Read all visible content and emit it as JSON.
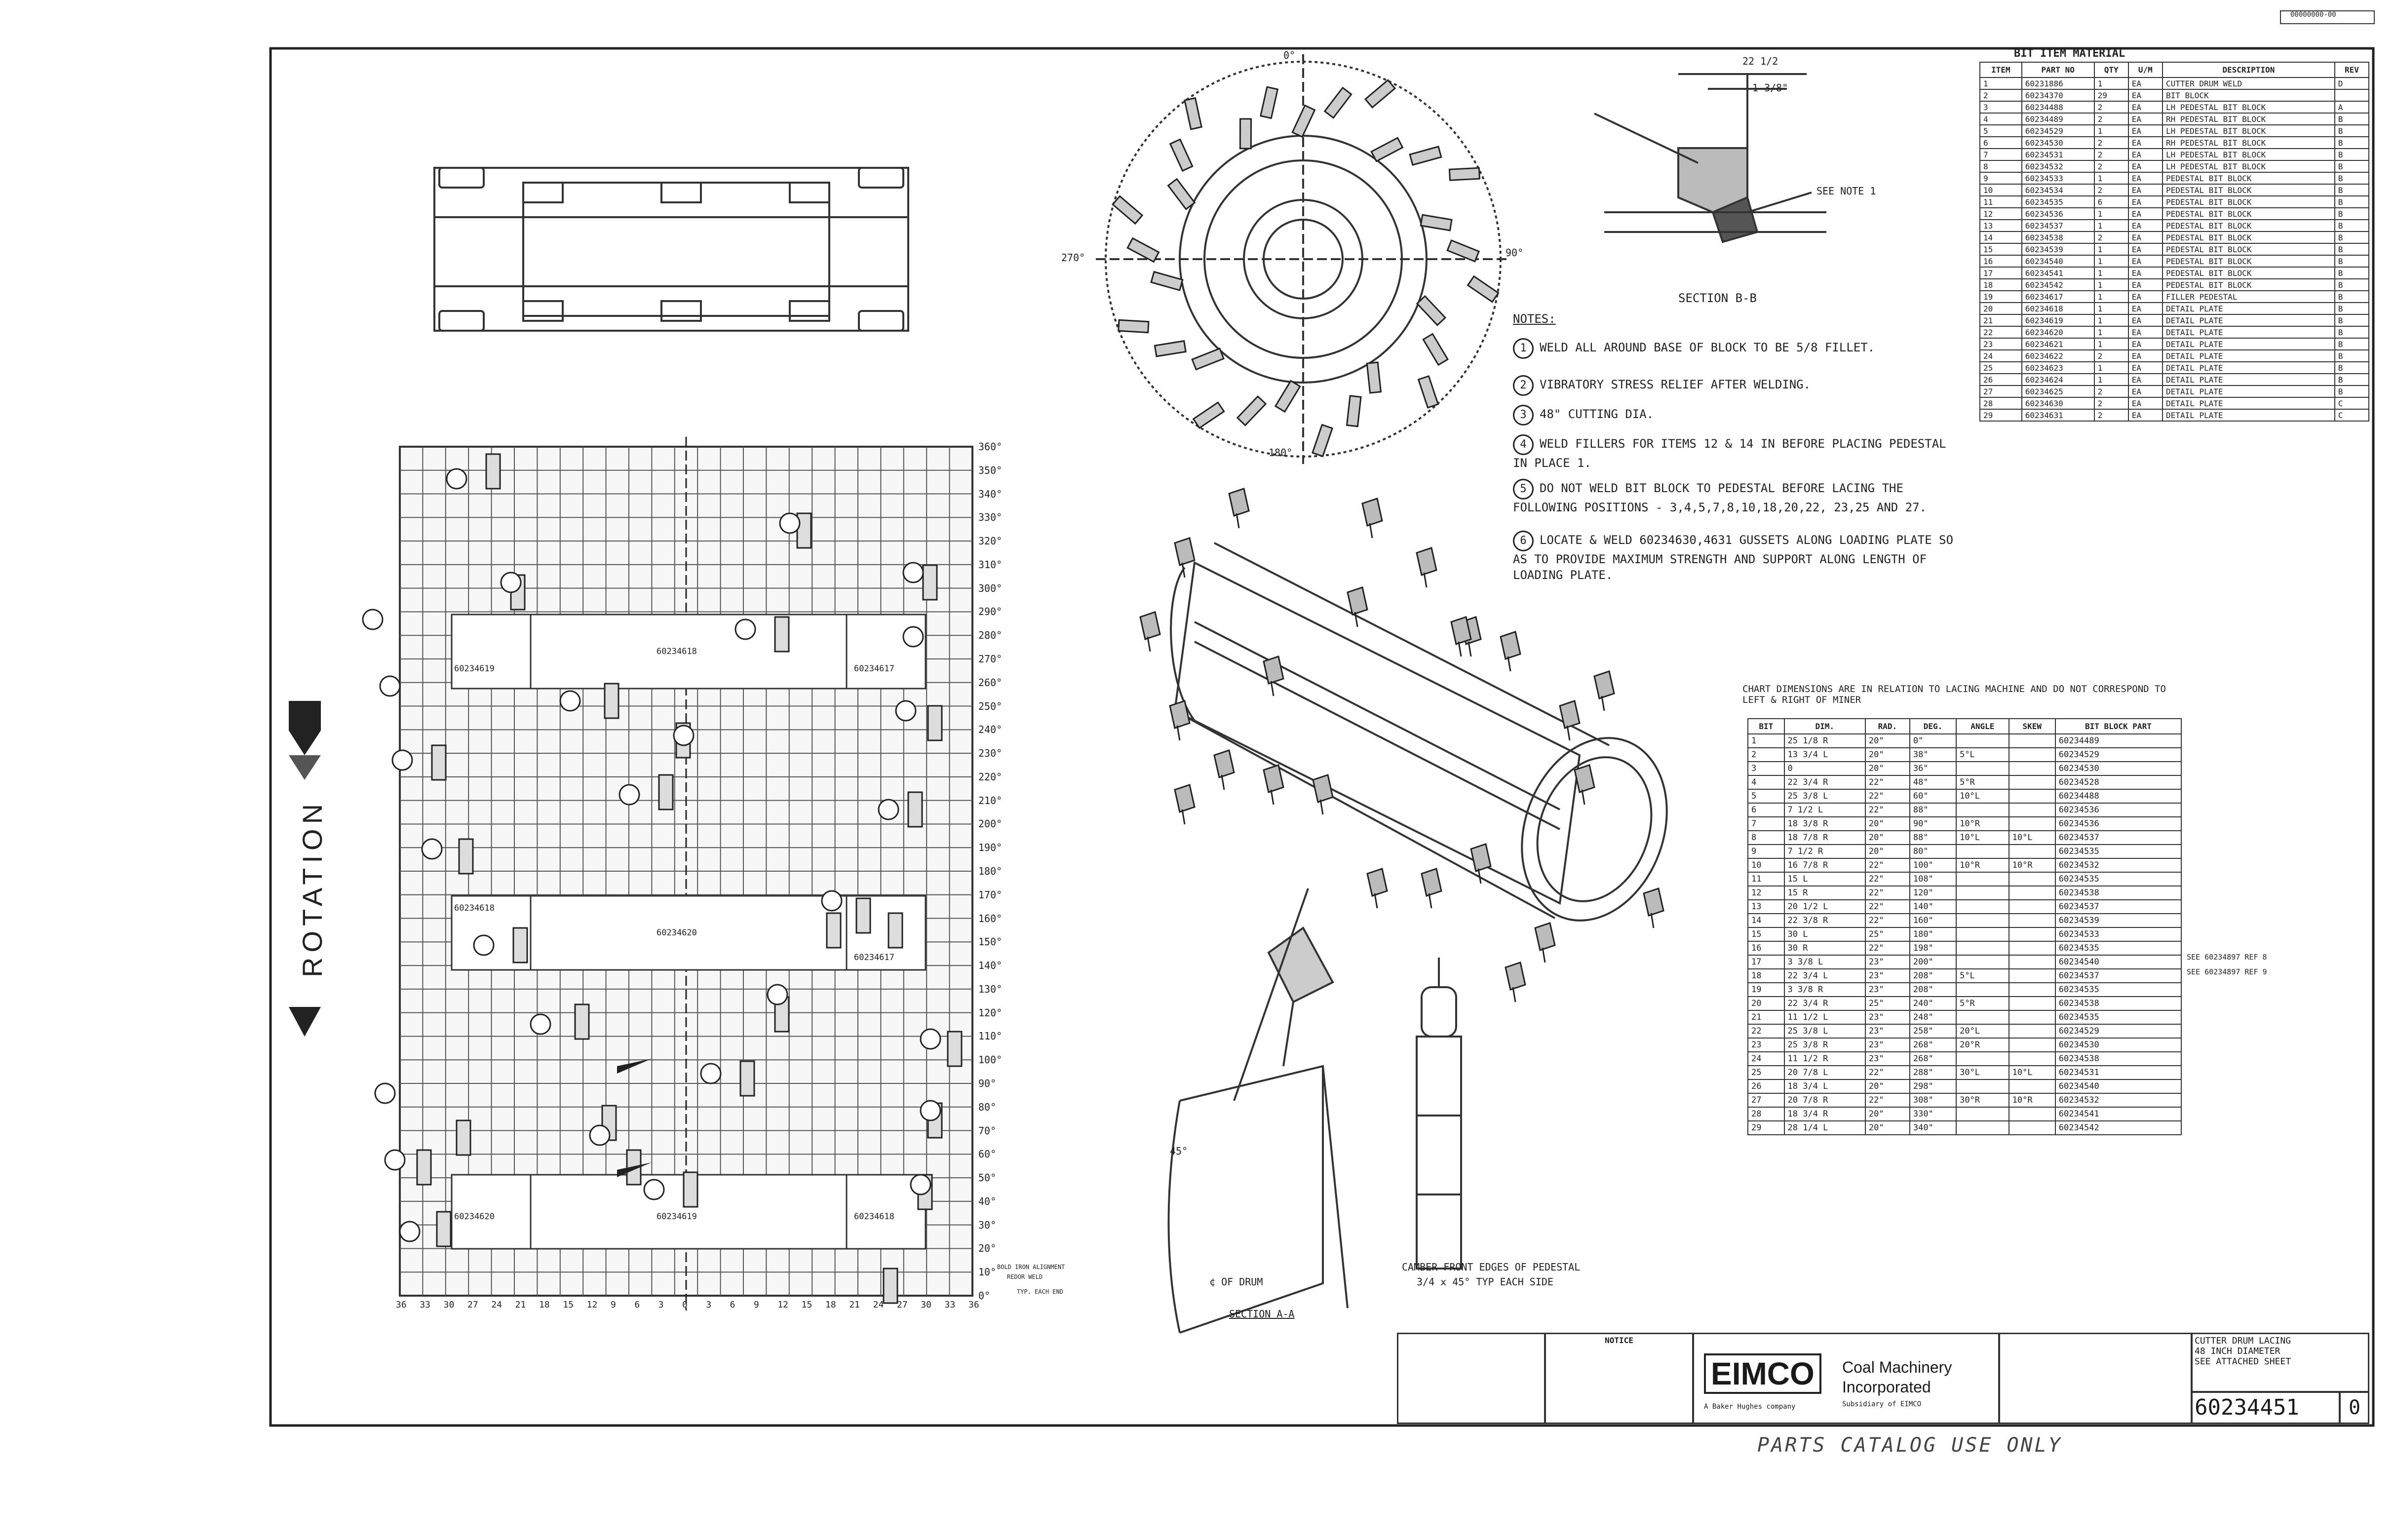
{
  "header_id": "00000000-00",
  "parts_list": {
    "title": "BIT ITEM MATERIAL",
    "columns": [
      "ITEM",
      "PART NO",
      "QTY",
      "U/M",
      "DESCRIPTION",
      "REV"
    ],
    "rows": [
      [
        "1",
        "60231886",
        "1",
        "EA",
        "CUTTER DRUM WELD",
        "D"
      ],
      [
        "2",
        "60234370",
        "29",
        "EA",
        "BIT BLOCK",
        ""
      ],
      [
        "3",
        "60234488",
        "2",
        "EA",
        "LH PEDESTAL BIT BLOCK",
        "A"
      ],
      [
        "4",
        "60234489",
        "2",
        "EA",
        "RH PEDESTAL BIT BLOCK",
        "B"
      ],
      [
        "5",
        "60234529",
        "1",
        "EA",
        "LH PEDESTAL BIT BLOCK",
        "B"
      ],
      [
        "6",
        "60234530",
        "2",
        "EA",
        "RH PEDESTAL BIT BLOCK",
        "B"
      ],
      [
        "7",
        "60234531",
        "2",
        "EA",
        "LH PEDESTAL BIT BLOCK",
        "B"
      ],
      [
        "8",
        "60234532",
        "2",
        "EA",
        "LH PEDESTAL BIT BLOCK",
        "B"
      ],
      [
        "9",
        "60234533",
        "1",
        "EA",
        "PEDESTAL BIT BLOCK",
        "B"
      ],
      [
        "10",
        "60234534",
        "2",
        "EA",
        "PEDESTAL BIT BLOCK",
        "B"
      ],
      [
        "11",
        "60234535",
        "6",
        "EA",
        "PEDESTAL BIT BLOCK",
        "B"
      ],
      [
        "12",
        "60234536",
        "1",
        "EA",
        "PEDESTAL BIT BLOCK",
        "B"
      ],
      [
        "13",
        "60234537",
        "1",
        "EA",
        "PEDESTAL BIT BLOCK",
        "B"
      ],
      [
        "14",
        "60234538",
        "2",
        "EA",
        "PEDESTAL BIT BLOCK",
        "B"
      ],
      [
        "15",
        "60234539",
        "1",
        "EA",
        "PEDESTAL BIT BLOCK",
        "B"
      ],
      [
        "16",
        "60234540",
        "1",
        "EA",
        "PEDESTAL BIT BLOCK",
        "B"
      ],
      [
        "17",
        "60234541",
        "1",
        "EA",
        "PEDESTAL BIT BLOCK",
        "B"
      ],
      [
        "18",
        "60234542",
        "1",
        "EA",
        "PEDESTAL BIT BLOCK",
        "B"
      ],
      [
        "19",
        "60234617",
        "1",
        "EA",
        "FILLER PEDESTAL",
        "B"
      ],
      [
        "20",
        "60234618",
        "1",
        "EA",
        "DETAIL PLATE",
        "B"
      ],
      [
        "21",
        "60234619",
        "1",
        "EA",
        "DETAIL PLATE",
        "B"
      ],
      [
        "22",
        "60234620",
        "1",
        "EA",
        "DETAIL PLATE",
        "B"
      ],
      [
        "23",
        "60234621",
        "1",
        "EA",
        "DETAIL PLATE",
        "B"
      ],
      [
        "24",
        "60234622",
        "2",
        "EA",
        "DETAIL PLATE",
        "B"
      ],
      [
        "25",
        "60234623",
        "1",
        "EA",
        "DETAIL PLATE",
        "B"
      ],
      [
        "26",
        "60234624",
        "1",
        "EA",
        "DETAIL PLATE",
        "B"
      ],
      [
        "27",
        "60234625",
        "2",
        "EA",
        "DETAIL PLATE",
        "B"
      ],
      [
        "28",
        "60234630",
        "2",
        "EA",
        "DETAIL PLATE",
        "C"
      ],
      [
        "29",
        "60234631",
        "2",
        "EA",
        "DETAIL PLATE",
        "C"
      ]
    ]
  },
  "section_bb": {
    "title": "SECTION B-B",
    "dims": [
      "22 1/2",
      "1 3/8\""
    ],
    "callouts": [
      "SEE NOTE 1"
    ]
  },
  "notes": {
    "heading": "NOTES:",
    "items": [
      "WELD ALL AROUND BASE OF BLOCK TO BE 5/8 FILLET.",
      "VIBRATORY STRESS RELIEF AFTER WELDING.",
      "48\" CUTTING DIA.",
      "WELD FILLERS FOR ITEMS 12 & 14 IN BEFORE PLACING PEDESTAL IN PLACE 1.",
      "DO NOT WELD BIT BLOCK TO PEDESTAL BEFORE LACING THE FOLLOWING POSITIONS - 3,4,5,7,8,10,18,20,22, 23,25 AND 27.",
      "LOCATE & WELD 60234630,4631 GUSSETS ALONG LOADING PLATE SO AS TO PROVIDE MAXIMUM STRENGTH AND SUPPORT ALONG LENGTH OF LOADING PLATE."
    ]
  },
  "lacing_chart": {
    "heading": "CHART DIMENSIONS ARE IN RELATION TO LACING MACHINE AND DO NOT CORRESPOND TO LEFT & RIGHT OF MINER",
    "columns": [
      "BIT",
      "DIM.",
      "RAD.",
      "DEG.",
      "ANGLE",
      "SKEW",
      "BIT BLOCK PART"
    ],
    "rows": [
      [
        "1",
        "25 1/8 R",
        "20\"",
        "0\"",
        "",
        "",
        "60234489"
      ],
      [
        "2",
        "13 3/4 L",
        "20\"",
        "38\"",
        "5°L",
        "",
        "60234529"
      ],
      [
        "3",
        "0",
        "20\"",
        "36\"",
        "",
        "",
        "60234530"
      ],
      [
        "4",
        "22 3/4 R",
        "22\"",
        "48\"",
        "5°R",
        "",
        "60234528"
      ],
      [
        "5",
        "25 3/8 L",
        "22\"",
        "60\"",
        "10°L",
        "",
        "60234488"
      ],
      [
        "6",
        "7 1/2 L",
        "22\"",
        "88\"",
        "",
        "",
        "60234536"
      ],
      [
        "7",
        "18 3/8 R",
        "20\"",
        "90\"",
        "10°R",
        "",
        "60234536"
      ],
      [
        "8",
        "18 7/8 R",
        "20\"",
        "88\"",
        "10°L",
        "10°L",
        "60234537"
      ],
      [
        "9",
        "7 1/2 R",
        "20\"",
        "80\"",
        "",
        "",
        "60234535"
      ],
      [
        "10",
        "16 7/8 R",
        "22\"",
        "100\"",
        "10°R",
        "10°R",
        "60234532"
      ],
      [
        "11",
        "15 L",
        "22\"",
        "108\"",
        "",
        "",
        "60234535"
      ],
      [
        "12",
        "15 R",
        "22\"",
        "120\"",
        "",
        "",
        "60234538"
      ],
      [
        "13",
        "20 1/2 L",
        "22\"",
        "140\"",
        "",
        "",
        "60234537"
      ],
      [
        "14",
        "22 3/8 R",
        "22\"",
        "160\"",
        "",
        "",
        "60234539"
      ],
      [
        "15",
        "30 L",
        "25\"",
        "180\"",
        "",
        "",
        "60234533"
      ],
      [
        "16",
        "30 R",
        "22\"",
        "198\"",
        "",
        "",
        "60234535"
      ],
      [
        "17",
        "3 3/8 L",
        "23\"",
        "200\"",
        "",
        "",
        "60234540"
      ],
      [
        "18",
        "22 3/4 L",
        "23\"",
        "208\"",
        "5°L",
        "",
        "60234537"
      ],
      [
        "19",
        "3 3/8 R",
        "23\"",
        "208\"",
        "",
        "",
        "60234535"
      ],
      [
        "20",
        "22 3/4 R",
        "25\"",
        "240\"",
        "5°R",
        "",
        "60234538"
      ],
      [
        "21",
        "11 1/2 L",
        "23\"",
        "248\"",
        "",
        "",
        "60234535"
      ],
      [
        "22",
        "25 3/8 L",
        "23\"",
        "258\"",
        "20°L",
        "",
        "60234529"
      ],
      [
        "23",
        "25 3/8 R",
        "23\"",
        "268\"",
        "20°R",
        "",
        "60234530"
      ],
      [
        "24",
        "11 1/2 R",
        "23\"",
        "268\"",
        "",
        "",
        "60234538"
      ],
      [
        "25",
        "20 7/8 L",
        "22\"",
        "288\"",
        "30°L",
        "10°L",
        "60234531"
      ],
      [
        "26",
        "18 3/4 L",
        "20\"",
        "298\"",
        "",
        "",
        "60234540"
      ],
      [
        "27",
        "20 7/8 R",
        "22\"",
        "308\"",
        "30°R",
        "10°R",
        "60234532"
      ],
      [
        "28",
        "18 3/4 R",
        "20\"",
        "330\"",
        "",
        "",
        "60234541"
      ],
      [
        "29",
        "28 1/4 L",
        "20\"",
        "340\"",
        "",
        "",
        "60234542"
      ]
    ],
    "side_notes": [
      "SEE 60234897 REF 8",
      "SEE 60234897 REF 9"
    ]
  },
  "flat_layout": {
    "deg_labels": [
      "360°",
      "350°",
      "340°",
      "330°",
      "320°",
      "310°",
      "300°",
      "290°",
      "280°",
      "270°",
      "260°",
      "250°",
      "240°",
      "230°",
      "220°",
      "210°",
      "200°",
      "190°",
      "180°",
      "170°",
      "160°",
      "150°",
      "140°",
      "130°",
      "120°",
      "110°",
      "100°",
      "90°",
      "80°",
      "70°",
      "60°",
      "50°",
      "40°",
      "30°",
      "20°",
      "10°",
      "0°"
    ],
    "bottom_labels": [
      "36",
      "33",
      "30",
      "27",
      "24",
      "21",
      "18",
      "15",
      "12",
      "9",
      "6",
      "3",
      "0",
      "3",
      "6",
      "9",
      "12",
      "15",
      "18",
      "21",
      "24",
      "27",
      "30",
      "33",
      "36"
    ],
    "plates": [
      "60234619",
      "60234618",
      "60234617",
      "60234618",
      "60234620",
      "60234617",
      "60234620",
      "60234619",
      "60234618"
    ],
    "callout_note_right": [
      "BOLD IRON ALIGNMENT",
      "REDOR WELD",
      "TYP. EACH END"
    ],
    "rotation": "ROTATION"
  },
  "end_view": {
    "deg_top": "0°",
    "deg_left": "270°",
    "deg_right": "90°",
    "deg_bottom": "180°"
  },
  "section_aa": {
    "title": "SECTION A-A",
    "angle": "45°",
    "center_label": "¢ OF DRUM",
    "note_lines": [
      "CAMBER FRONT EDGES OF PEDESTAL",
      "3/4 x 45° TYP EACH SIDE"
    ]
  },
  "title_block": {
    "notice_heading": "NOTICE",
    "company_logo": "EIMCO",
    "company_name_1": "Coal Machinery",
    "company_name_2": "Incorporated",
    "subsidiary": "Subsidiary of EIMCO",
    "sub_logo": "A Baker Hughes company",
    "drawing_title": [
      "CUTTER DRUM LACING",
      "48 INCH DIAMETER",
      "SEE ATTACHED SHEET"
    ],
    "drawing_number": "60234451",
    "revision": "0"
  },
  "stamp": "PARTS CATALOG USE ONLY"
}
